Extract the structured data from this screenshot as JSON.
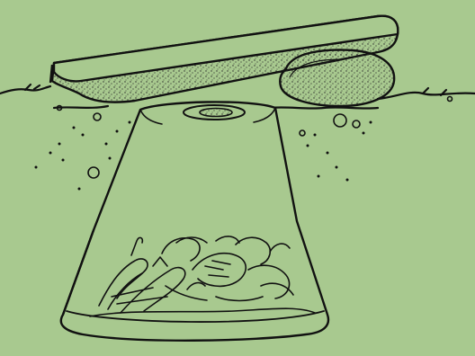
{
  "colors": {
    "background": "#a8c98f",
    "ink": "#111111",
    "stipple": "#2a2a2a"
  },
  "icons": [
    "wooden-plank",
    "support-stone",
    "upturned-flowerpot",
    "drainage-hole",
    "ground-line",
    "soil-pebbles",
    "garden-debris"
  ]
}
